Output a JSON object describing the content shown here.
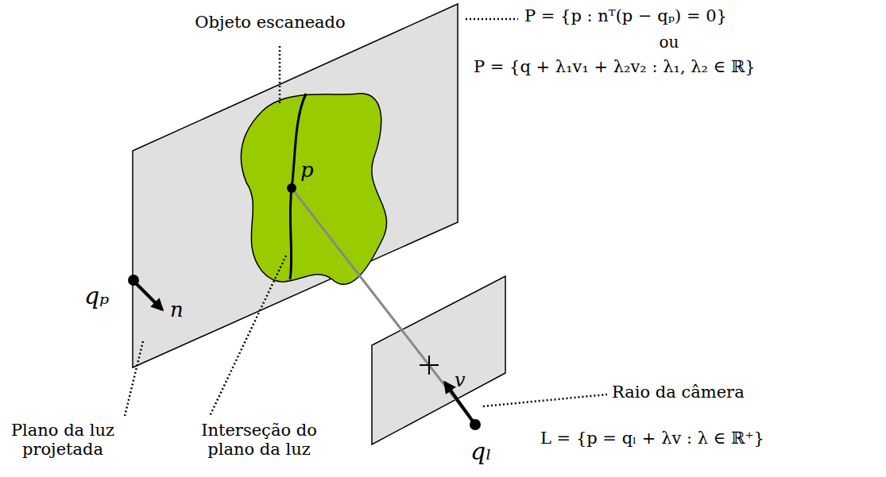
{
  "diagram": {
    "labels": [
      "Objeto escaneado",
      "P = {p : nᵀ(p − qₚ) = 0}",
      "ou",
      "P = {q + λ₁v₁ + λ₂v₂ :  λ₁, λ₂ ∈ ℝ}",
      "p",
      "qₚ",
      "n",
      "v",
      "Raio da câmera",
      "L = {p = qₗ + λv :  λ ∈ ℝ⁺}",
      "qₗ",
      "Plano da luz projetada",
      "Interseção do plano da luz"
    ]
  }
}
